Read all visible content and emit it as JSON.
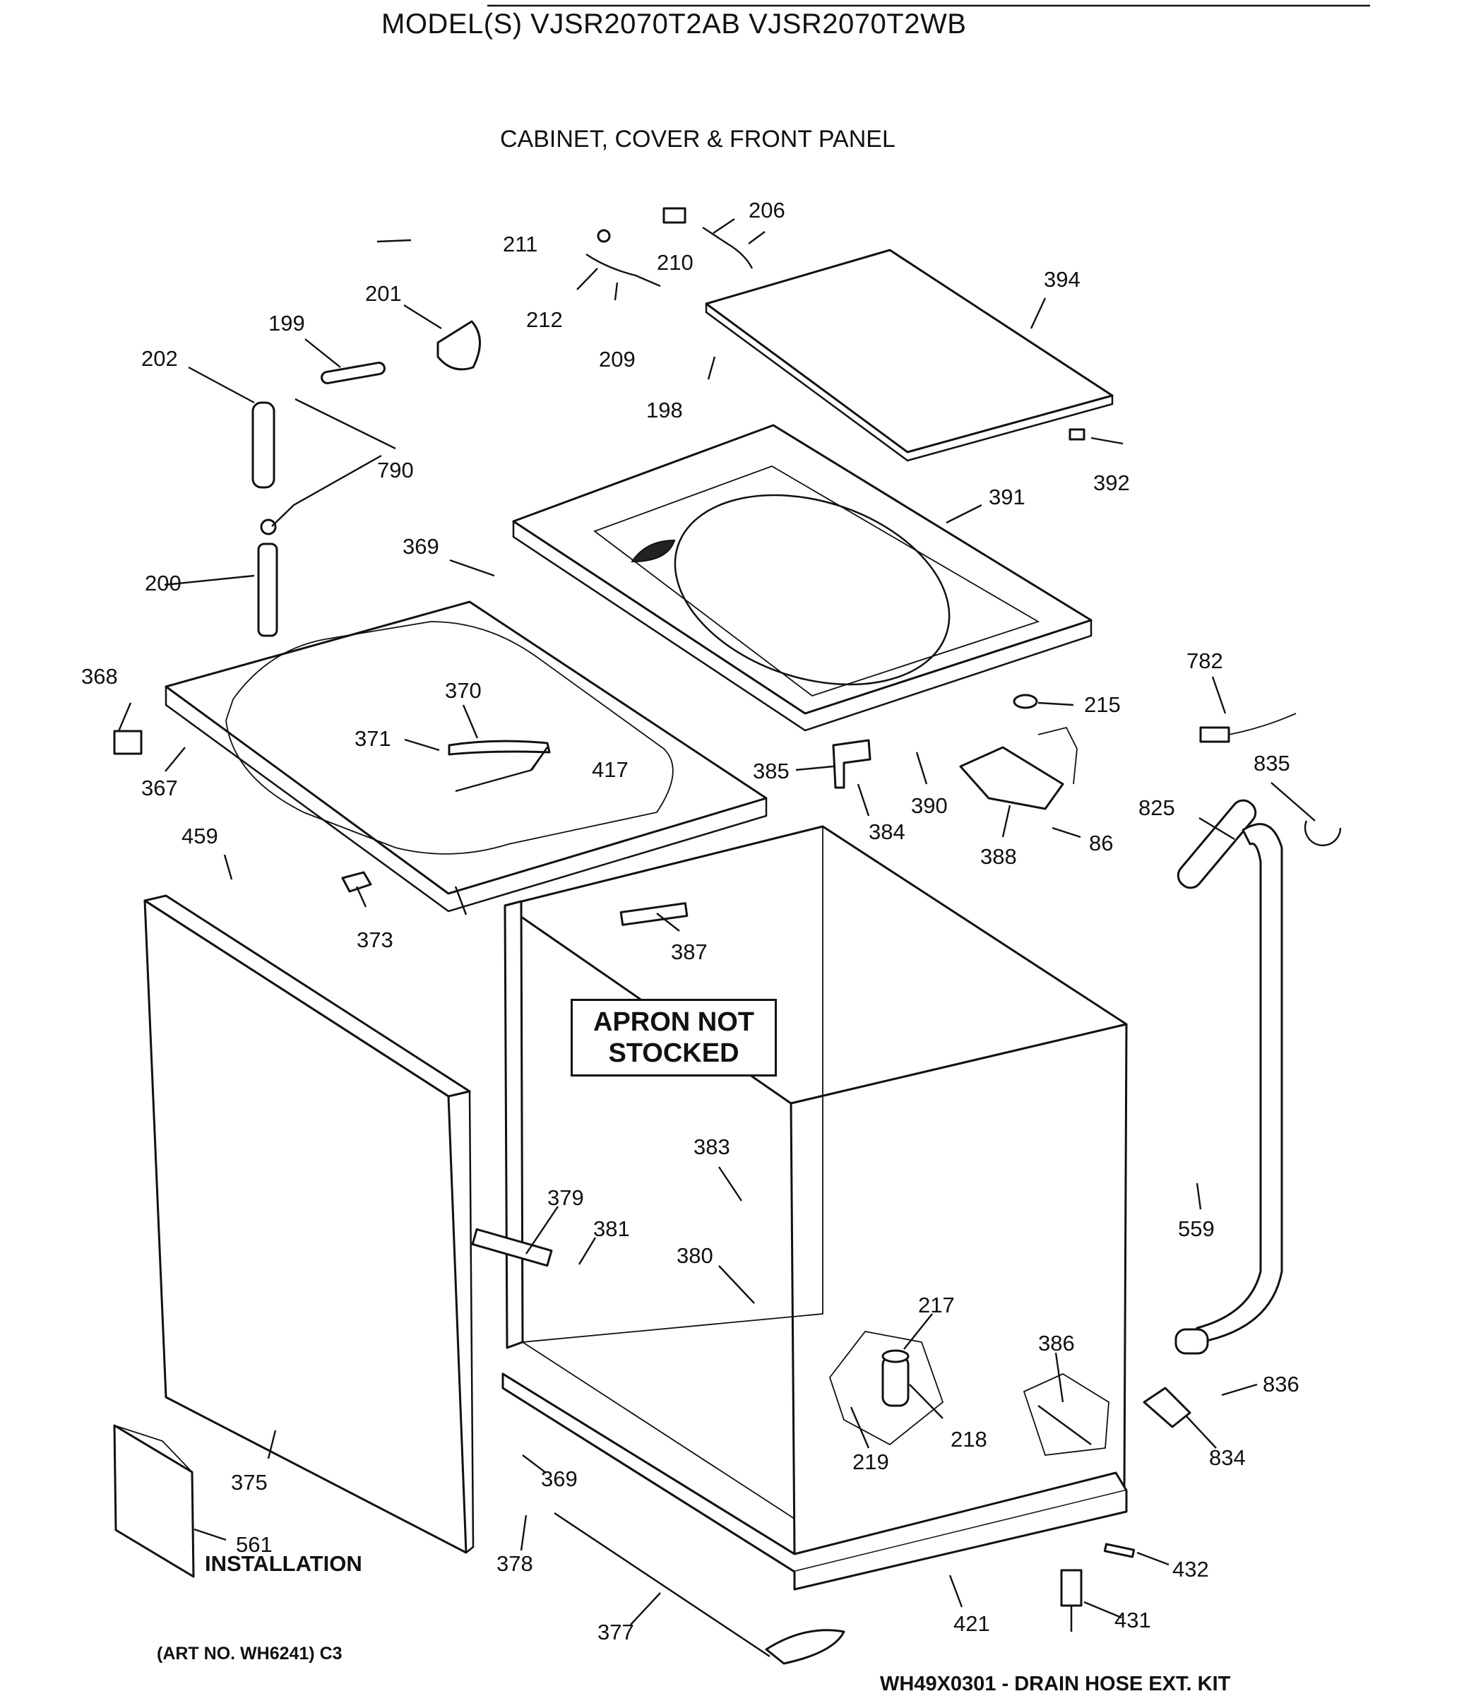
{
  "header": {
    "model_line": "MODEL(S) VJSR2070T2AB  VJSR2070T2WB",
    "section_title": "CABINET, COVER & FRONT PANEL"
  },
  "notice": {
    "line1": "APRON NOT",
    "line2": "STOCKED"
  },
  "callouts": {
    "p199": "199",
    "p200": "200",
    "p201": "201",
    "p202": "202",
    "p206": "206",
    "p209": "209",
    "p210": "210",
    "p211": "211",
    "p212": "212",
    "p198": "198",
    "p394": "394",
    "p392": "392",
    "p391": "391",
    "p790": "790",
    "p369a": "369",
    "p368": "368",
    "p367": "367",
    "p370": "370",
    "p371": "371",
    "p417": "417",
    "p459": "459",
    "p373": "373",
    "p215": "215",
    "p782": "782",
    "p385": "385",
    "p384": "384",
    "p390": "390",
    "p388": "388",
    "p86": "86",
    "p835": "835",
    "p825": "825",
    "p387": "387",
    "p383": "383",
    "p379": "379",
    "p381": "381",
    "p380": "380",
    "p559": "559",
    "p217": "217",
    "p386": "386",
    "p218": "218",
    "p219": "219",
    "p836": "836",
    "p834": "834",
    "p375": "375",
    "p369b": "369",
    "p378": "378",
    "p561": "561",
    "p432": "432",
    "p431": "431",
    "p421": "421",
    "p377": "377"
  },
  "labels": {
    "installation": "INSTALLATION",
    "art_number": "(ART NO. WH6241) C3",
    "drain_kit": "WH49X0301 - DRAIN HOSE EXT. KIT"
  }
}
